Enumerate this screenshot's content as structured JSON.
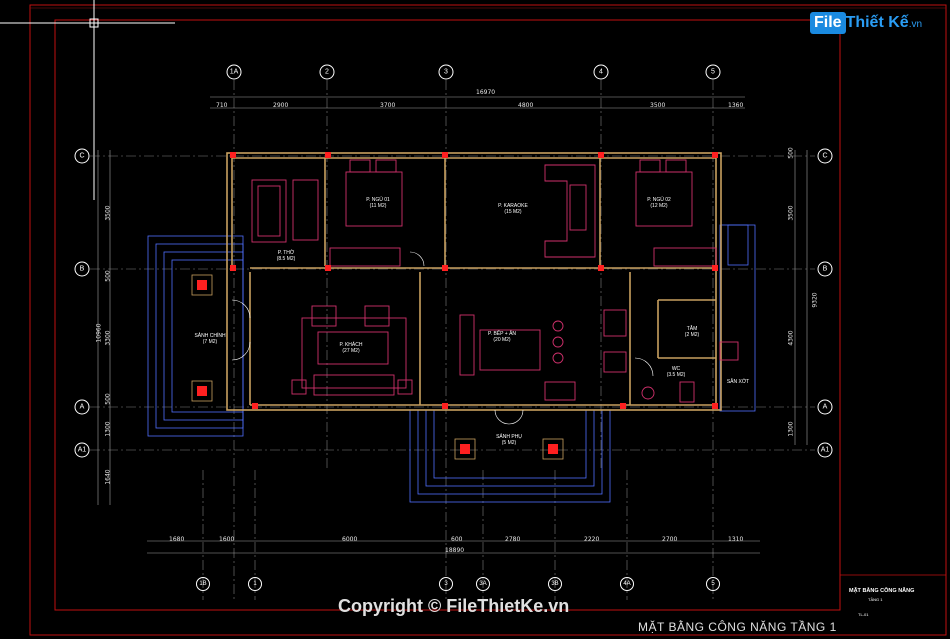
{
  "logo": {
    "part1": "File",
    "part2": "Thiết Kế",
    "part3": ".vn"
  },
  "copyright": "Copyright © FileThietKe.vn",
  "bottom_title": "MẶT BẰNG CÔNG NĂNG TẦNG 1",
  "title_block": {
    "title": "MẶT BẰNG CÔNG NĂNG",
    "subtitle": "TẦNG 1",
    "code": "TL-01"
  },
  "grid_top": [
    "1A",
    "2",
    "3",
    "4",
    "5"
  ],
  "grid_bottom": [
    "1B",
    "1",
    "3",
    "3A",
    "3B",
    "4A",
    "5"
  ],
  "grid_left": [
    "C",
    "B",
    "A",
    "A1"
  ],
  "grid_right": [
    "C",
    "B",
    "A",
    "A1"
  ],
  "dims_top": {
    "total": "16970",
    "segments": [
      "710",
      "2900",
      "3700",
      "4800",
      "3500",
      "1360"
    ]
  },
  "dims_bottom": {
    "total": "18890",
    "segments": [
      "1680",
      "1600",
      "6000",
      "600",
      "2780",
      "2220",
      "2700",
      "1310"
    ]
  },
  "dims_left": {
    "total": "10960",
    "segments": [
      "3500",
      "500",
      "3300",
      "500",
      "1300",
      "1640"
    ]
  },
  "dims_right": {
    "total": "9320",
    "segments": [
      "3500",
      "500",
      "4300",
      "1300"
    ]
  },
  "rooms": [
    {
      "name": "P. THỜ",
      "area": "(8.5 M2)"
    },
    {
      "name": "P. NGỦ 01",
      "area": "(11 M2)"
    },
    {
      "name": "P. KARAOKE",
      "area": "(15 M2)"
    },
    {
      "name": "P. NGỦ 02",
      "area": "(12 M2)"
    },
    {
      "name": "SẢNH CHÍNH",
      "area": "(7 M2)"
    },
    {
      "name": "P. KHÁCH",
      "area": "(27 M2)"
    },
    {
      "name": "P. BẾP + ĂN",
      "area": "(20 M2)"
    },
    {
      "name": "TẮM",
      "area": "(2 M2)"
    },
    {
      "name": "WC",
      "area": "(3.5 M2)"
    },
    {
      "name": "SÂN XỚT",
      "area": ""
    },
    {
      "name": "SẢNH PHỤ",
      "area": "(5 M2)"
    }
  ],
  "colors": {
    "frame": "#e01818",
    "wall": "#c8a060",
    "furniture": "#d0306c",
    "column": "#ff2020",
    "grid": "#8a8a8a",
    "step": "#5070ff",
    "bubble": "#ffffff"
  }
}
